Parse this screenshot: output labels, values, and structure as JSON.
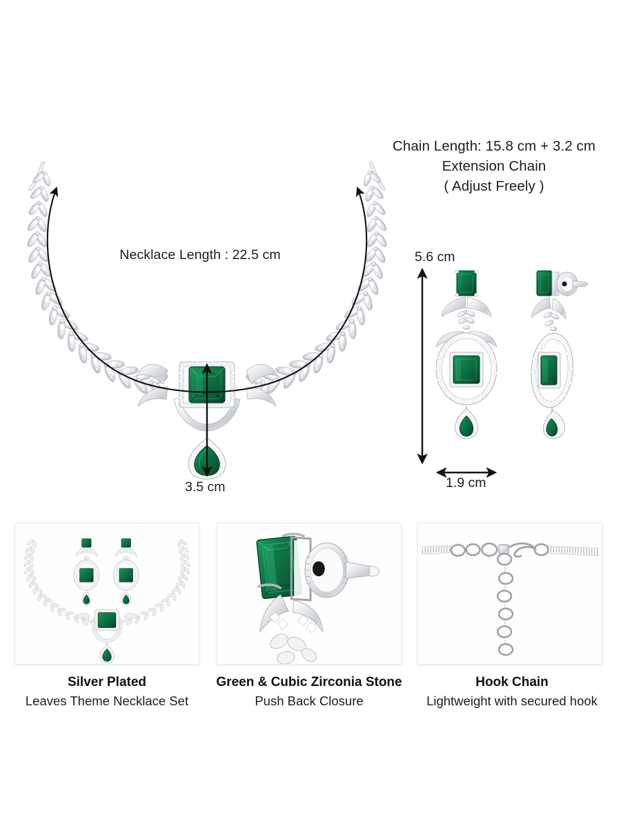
{
  "product": {
    "type": "jewellery-infographic",
    "title": "Leaves Theme Necklace Set"
  },
  "annotations": {
    "chain_note_line1": "Chain Length: 15.8 cm + 3.2 cm",
    "chain_note_line2": "Extension Chain",
    "chain_note_line3": "( Adjust Freely )",
    "necklace_length": "Necklace Length : 22.5 cm",
    "earring_height": "5.6 cm",
    "earring_width": "1.9 cm",
    "pendant_drop": "3.5 cm"
  },
  "panels": [
    {
      "id": "panel-necklace-set",
      "image_name": "necklace-and-earrings-set-photo",
      "title": "Silver Plated",
      "subtitle": "Leaves Theme Necklace Set"
    },
    {
      "id": "panel-stone-closure",
      "image_name": "green-stone-push-back-closure-photo",
      "title": "Green & Cubic Zirconia Stone",
      "subtitle": "Push Back Closure"
    },
    {
      "id": "panel-hook-chain",
      "image_name": "hook-chain-extension-photo",
      "title": "Hook Chain",
      "subtitle": "Lightweight with secured hook"
    }
  ],
  "colors": {
    "background": "#ffffff",
    "text": "#1c1c1c",
    "arrow": "#111111",
    "stone_green": "#0e7a48",
    "stone_green_dark": "#0a5733",
    "metal_silver": "#d8dade",
    "metal_silver_light": "#f2f3f5",
    "panel_border": "#ececec"
  }
}
